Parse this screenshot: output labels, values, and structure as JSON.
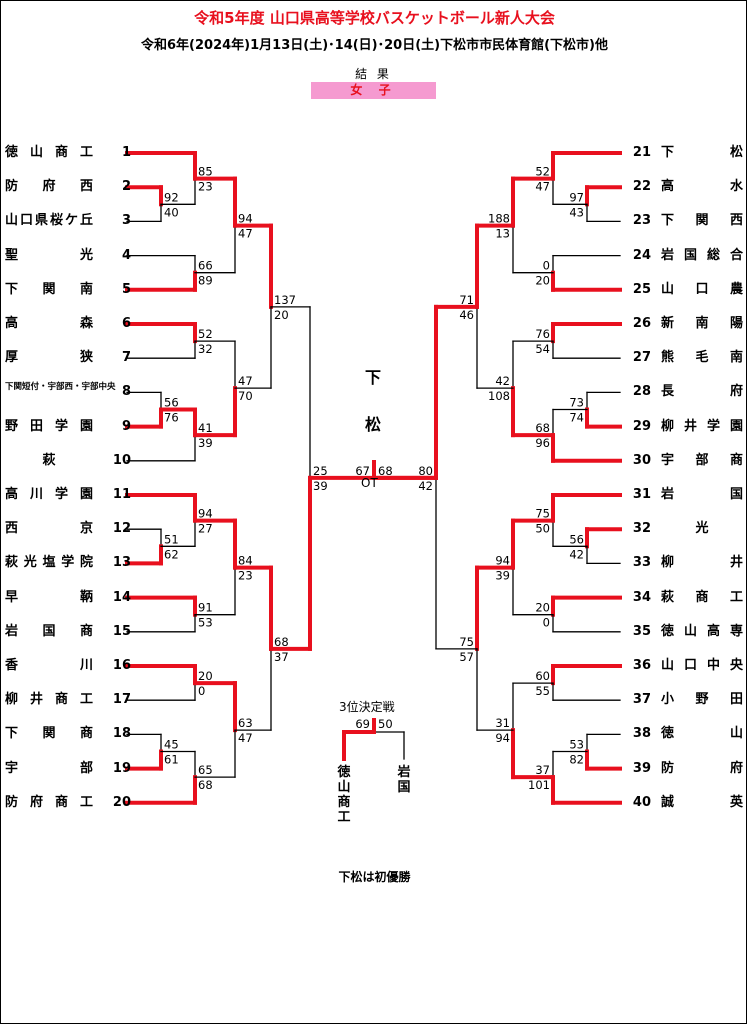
{
  "header": {
    "title": "令和5年度 山口県高等学校バスケットボール新人大会",
    "subtitle": "令和6年(2024年)1月13日(土)･14(日)･20日(土)下松市市民体育館(下松市)他",
    "result_label": "結 果",
    "category": "女 子"
  },
  "colors": {
    "win": "#e8101e",
    "line": "#000000",
    "category_bg": "#f59ad0"
  },
  "teams_left": [
    {
      "no": "1",
      "name": "徳山商工"
    },
    {
      "no": "2",
      "name": "防府西"
    },
    {
      "no": "3",
      "name": "山口県桜ケ丘"
    },
    {
      "no": "4",
      "name": "聖光"
    },
    {
      "no": "5",
      "name": "下関南"
    },
    {
      "no": "6",
      "name": "高森"
    },
    {
      "no": "7",
      "name": "厚狭"
    },
    {
      "no": "8",
      "name": "下関短付・宇部西・宇部中央"
    },
    {
      "no": "9",
      "name": "野田学園"
    },
    {
      "no": "10",
      "name": "萩"
    },
    {
      "no": "11",
      "name": "高川学園"
    },
    {
      "no": "12",
      "name": "西京"
    },
    {
      "no": "13",
      "name": "萩光塩学院"
    },
    {
      "no": "14",
      "name": "早鞆"
    },
    {
      "no": "15",
      "name": "岩国商"
    },
    {
      "no": "16",
      "name": "香川"
    },
    {
      "no": "17",
      "name": "柳井商工"
    },
    {
      "no": "18",
      "name": "下関商"
    },
    {
      "no": "19",
      "name": "宇部"
    },
    {
      "no": "20",
      "name": "防府商工"
    }
  ],
  "teams_right": [
    {
      "no": "21",
      "name": "下松"
    },
    {
      "no": "22",
      "name": "高水"
    },
    {
      "no": "23",
      "name": "下関西"
    },
    {
      "no": "24",
      "name": "岩国総合"
    },
    {
      "no": "25",
      "name": "山口農"
    },
    {
      "no": "26",
      "name": "新南陽"
    },
    {
      "no": "27",
      "name": "熊毛南"
    },
    {
      "no": "28",
      "name": "長府"
    },
    {
      "no": "29",
      "name": "柳井学園"
    },
    {
      "no": "30",
      "name": "宇部商"
    },
    {
      "no": "31",
      "name": "岩国"
    },
    {
      "no": "32",
      "name": "光"
    },
    {
      "no": "33",
      "name": "柳井"
    },
    {
      "no": "34",
      "name": "萩商工"
    },
    {
      "no": "35",
      "name": "徳山高専"
    },
    {
      "no": "36",
      "name": "山口中央"
    },
    {
      "no": "37",
      "name": "小野田"
    },
    {
      "no": "38",
      "name": "徳山"
    },
    {
      "no": "39",
      "name": "防府"
    },
    {
      "no": "40",
      "name": "誠英"
    }
  ],
  "chart_data": {
    "type": "table",
    "matches": [
      {
        "round": 1,
        "side": "left",
        "teams": [
          "2",
          "3"
        ],
        "scores": [
          92,
          40
        ],
        "winner": "2"
      },
      {
        "round": 1,
        "side": "left",
        "teams": [
          "8",
          "9"
        ],
        "scores": [
          56,
          76
        ],
        "winner": "9"
      },
      {
        "round": 1,
        "side": "left",
        "teams": [
          "12",
          "13"
        ],
        "scores": [
          51,
          62
        ],
        "winner": "13"
      },
      {
        "round": 1,
        "side": "left",
        "teams": [
          "18",
          "19"
        ],
        "scores": [
          45,
          61
        ],
        "winner": "19"
      },
      {
        "round": 1,
        "side": "right",
        "teams": [
          "22",
          "23"
        ],
        "scores": [
          97,
          43
        ],
        "winner": "22"
      },
      {
        "round": 1,
        "side": "right",
        "teams": [
          "28",
          "29"
        ],
        "scores": [
          73,
          74
        ],
        "winner": "29"
      },
      {
        "round": 1,
        "side": "right",
        "teams": [
          "32",
          "33"
        ],
        "scores": [
          56,
          42
        ],
        "winner": "32"
      },
      {
        "round": 1,
        "side": "right",
        "teams": [
          "38",
          "39"
        ],
        "scores": [
          53,
          82
        ],
        "winner": "39"
      },
      {
        "round": 2,
        "side": "left",
        "teams": [
          "1",
          "2"
        ],
        "scores": [
          85,
          23
        ],
        "winner": "1"
      },
      {
        "round": 2,
        "side": "left",
        "teams": [
          "4",
          "5"
        ],
        "scores": [
          66,
          89
        ],
        "winner": "5"
      },
      {
        "round": 2,
        "side": "left",
        "teams": [
          "6",
          "7"
        ],
        "scores": [
          52,
          32
        ],
        "winner": "6"
      },
      {
        "round": 2,
        "side": "left",
        "teams": [
          "9",
          "10"
        ],
        "scores": [
          41,
          39
        ],
        "winner": "9"
      },
      {
        "round": 2,
        "side": "left",
        "teams": [
          "11",
          "13"
        ],
        "scores": [
          94,
          27
        ],
        "winner": "11"
      },
      {
        "round": 2,
        "side": "left",
        "teams": [
          "14",
          "15"
        ],
        "scores": [
          91,
          53
        ],
        "winner": "14"
      },
      {
        "round": 2,
        "side": "left",
        "teams": [
          "16",
          "17"
        ],
        "scores": [
          20,
          0
        ],
        "winner": "16"
      },
      {
        "round": 2,
        "side": "left",
        "teams": [
          "19",
          "20"
        ],
        "scores": [
          65,
          68
        ],
        "winner": "20"
      },
      {
        "round": 2,
        "side": "right",
        "teams": [
          "21",
          "22"
        ],
        "scores": [
          52,
          47
        ],
        "winner": "21"
      },
      {
        "round": 2,
        "side": "right",
        "teams": [
          "24",
          "25"
        ],
        "scores": [
          0,
          20
        ],
        "winner": "25"
      },
      {
        "round": 2,
        "side": "right",
        "teams": [
          "26",
          "27"
        ],
        "scores": [
          76,
          54
        ],
        "winner": "26"
      },
      {
        "round": 2,
        "side": "right",
        "teams": [
          "29",
          "30"
        ],
        "scores": [
          68,
          96
        ],
        "winner": "30"
      },
      {
        "round": 2,
        "side": "right",
        "teams": [
          "31",
          "32"
        ],
        "scores": [
          75,
          50
        ],
        "winner": "31"
      },
      {
        "round": 2,
        "side": "right",
        "teams": [
          "34",
          "35"
        ],
        "scores": [
          20,
          0
        ],
        "winner": "34"
      },
      {
        "round": 2,
        "side": "right",
        "teams": [
          "36",
          "37"
        ],
        "scores": [
          60,
          55
        ],
        "winner": "36"
      },
      {
        "round": 2,
        "side": "right",
        "teams": [
          "39",
          "40"
        ],
        "scores": [
          37,
          101
        ],
        "winner": "40"
      },
      {
        "round": 3,
        "side": "left",
        "teams": [
          "1",
          "5"
        ],
        "scores": [
          94,
          47
        ],
        "winner": "1"
      },
      {
        "round": 3,
        "side": "left",
        "teams": [
          "6",
          "9"
        ],
        "scores": [
          47,
          70
        ],
        "winner": "9"
      },
      {
        "round": 3,
        "side": "left",
        "teams": [
          "11",
          "14"
        ],
        "scores": [
          84,
          23
        ],
        "winner": "11"
      },
      {
        "round": 3,
        "side": "left",
        "teams": [
          "16",
          "20"
        ],
        "scores": [
          63,
          47
        ],
        "winner": "16"
      },
      {
        "round": 3,
        "side": "right",
        "teams": [
          "21",
          "25"
        ],
        "scores": [
          188,
          13
        ],
        "winner": "21"
      },
      {
        "round": 3,
        "side": "right",
        "teams": [
          "26",
          "30"
        ],
        "scores": [
          42,
          108
        ],
        "winner": "30"
      },
      {
        "round": 3,
        "side": "right",
        "teams": [
          "31",
          "34"
        ],
        "scores": [
          94,
          39
        ],
        "winner": "31"
      },
      {
        "round": 3,
        "side": "right",
        "teams": [
          "36",
          "40"
        ],
        "scores": [
          31,
          94
        ],
        "winner": "40"
      },
      {
        "round": 4,
        "side": "left",
        "teams": [
          "1",
          "9"
        ],
        "scores": [
          137,
          20
        ],
        "winner": "1"
      },
      {
        "round": 4,
        "side": "left",
        "teams": [
          "11",
          "16"
        ],
        "scores": [
          68,
          37
        ],
        "winner": "11"
      },
      {
        "round": 4,
        "side": "right",
        "teams": [
          "21",
          "30"
        ],
        "scores": [
          71,
          46
        ],
        "winner": "21"
      },
      {
        "round": 4,
        "side": "right",
        "teams": [
          "31",
          "40"
        ],
        "scores": [
          75,
          57
        ],
        "winner": "31"
      },
      {
        "round": 5,
        "side": "left",
        "teams": [
          "1",
          "11"
        ],
        "scores": [
          25,
          39
        ],
        "winner": "11"
      },
      {
        "round": 5,
        "side": "right",
        "teams": [
          "21",
          "31"
        ],
        "scores": [
          80,
          42
        ],
        "winner": "21"
      },
      {
        "round": 6,
        "side": "final",
        "teams": [
          "11",
          "21"
        ],
        "scores": [
          67,
          68
        ],
        "winner": "21",
        "note": "OT"
      },
      {
        "round": 0,
        "side": "third",
        "teams": [
          "1",
          "31"
        ],
        "scores": [
          69,
          50
        ],
        "winner": "1"
      }
    ]
  },
  "final": {
    "champion": "下松",
    "ot_label": "OT"
  },
  "third_place": {
    "title": "3位決定戦",
    "left_team": "徳山商工",
    "right_team": "岩国"
  },
  "footer": {
    "note": "下松は初優勝"
  }
}
